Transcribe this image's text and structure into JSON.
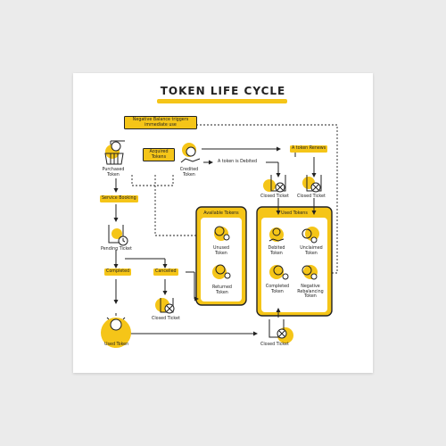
{
  "title": "TOKEN LIFE CYCLE",
  "nodes": {
    "negative_balance": "Negative Balance triggers immediate use",
    "acquired_tokens": "Acquired Tokens",
    "purchased_token": "Purchased Token",
    "credited_token": "Credited Token",
    "token_debited": "A token is Debited",
    "token_renews": "A token Renews",
    "closed_ticket_1": "Closed Ticket",
    "closed_ticket_2": "Closed Ticket",
    "service_booking": "Service Booking",
    "pending_ticket": "Pending Ticket",
    "completed": "Completed",
    "cancelled": "Cancelled",
    "closed_ticket_3": "Closed Ticket",
    "used_token": "Used Token",
    "closed_ticket_4": "Closed Ticket",
    "available_tokens": "Available Tokens",
    "unused_token": "Unused Token",
    "returned_token": "Returned Token",
    "used_tokens_group": "Used Tokens",
    "debited_token": "Debited Token",
    "unclaimed_token": "Unclaimed Token",
    "completed_token": "Completed Token",
    "negative_rebalancing_token": "Negative Rebalancing Token"
  },
  "colors": {
    "accent": "#f5c518",
    "stroke": "#222222",
    "background": "#ebebeb"
  }
}
